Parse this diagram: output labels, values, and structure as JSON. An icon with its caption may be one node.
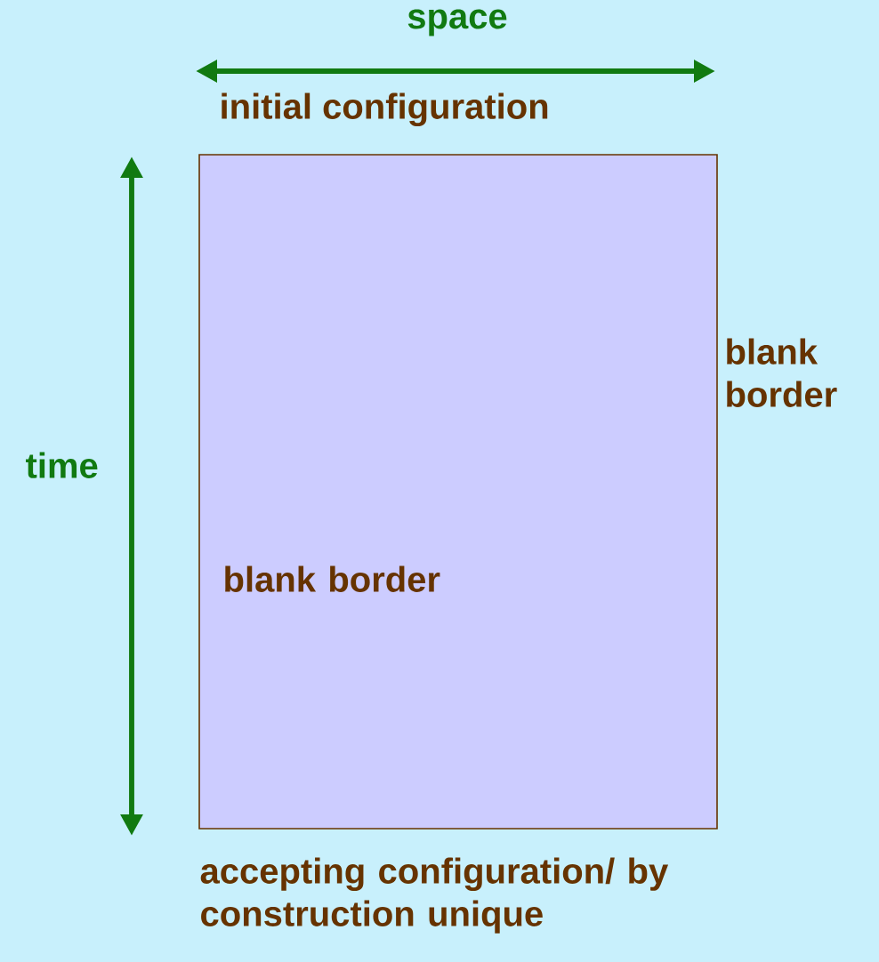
{
  "diagram": {
    "nodes": [
      {
        "text": [
          "blank border"
        ]
      }
    ],
    "labels": [
      "space",
      "initial configuration",
      "time",
      "blank border",
      "accepting configuration/ by construction unique"
    ]
  }
}
